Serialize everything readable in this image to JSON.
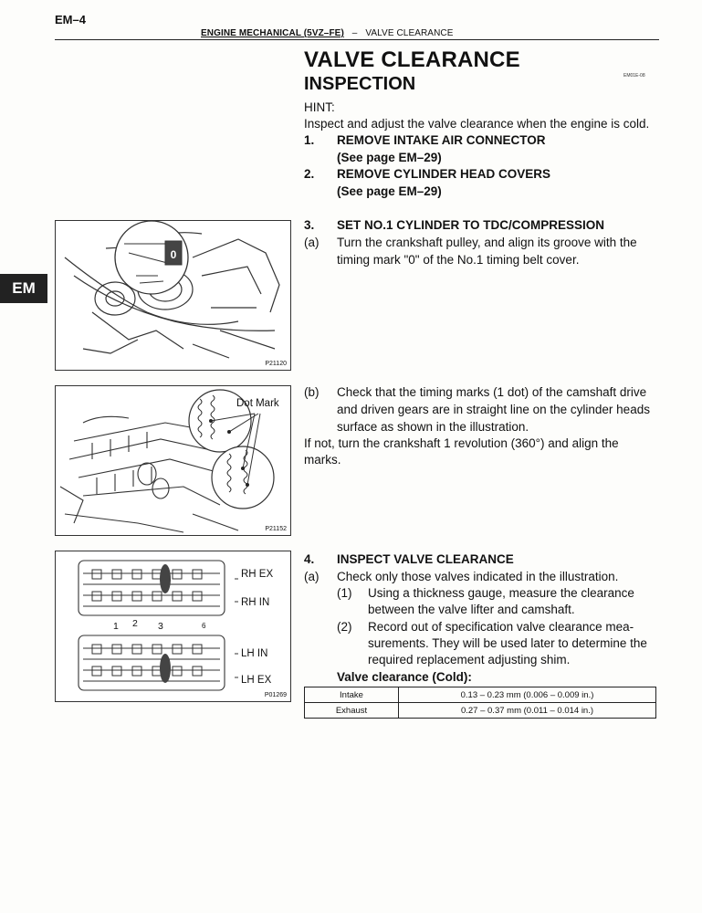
{
  "header": {
    "page_number": "EM–4",
    "section": "ENGINE MECHANICAL (5VZ–FE)",
    "separator": "–",
    "topic": "VALVE CLEARANCE"
  },
  "side_tab": "EM",
  "title": "VALVE CLEARANCE",
  "subtitle": "INSPECTION",
  "doc_ref": "EM01E-08",
  "hint_label": "HINT:",
  "hint_text": "Inspect and adjust the valve clearance when the engine is cold.",
  "steps": {
    "s1": {
      "num": "1.",
      "title": "REMOVE INTAKE AIR CONNECTOR",
      "ref": "(See page EM–29)"
    },
    "s2": {
      "num": "2.",
      "title": "REMOVE CYLINDER HEAD COVERS",
      "ref": "(See page EM–29)"
    },
    "s3": {
      "num": "3.",
      "title": "SET NO.1 CYLINDER TO TDC/COMPRESSION",
      "a_label": "(a)",
      "a_line1": "Turn the crankshaft pulley, and align its groove with the",
      "a_line2": "timing mark \"0\" of the No.1 timing belt cover.",
      "b_label": "(b)",
      "b_line1": "Check that the timing marks (1 dot) of the camshaft drive",
      "b_line2": "and driven gears are in straight line on the cylinder heads",
      "b_line3": "surface as shown in the illustration.",
      "note_line1": "If not, turn the crankshaft 1 revolution (360°) and align the",
      "note_line2": "marks."
    },
    "s4": {
      "num": "4.",
      "title": "INSPECT VALVE CLEARANCE",
      "a_label": "(a)",
      "a_text": "Check only those valves indicated in the illustration.",
      "p1_label": "(1)",
      "p1_line1": "Using a thickness gauge, measure the clearance",
      "p1_line2": "between the valve lifter and camshaft.",
      "p2_label": "(2)",
      "p2_line1": "Record out of specification valve clearance mea-",
      "p2_line2": "surements. They will be used later to determine the",
      "p2_line3": "required replacement adjusting shim.",
      "spec_title": "Valve clearance (Cold):"
    }
  },
  "spec_table": [
    {
      "label": "Intake",
      "value": "0.13 – 0.23 mm (0.006 – 0.009 in.)"
    },
    {
      "label": "Exhaust",
      "value": "0.27 – 0.37 mm (0.011 – 0.014 in.)"
    }
  ],
  "figures": {
    "fig1": {
      "code": "P21120",
      "mark": "0"
    },
    "fig2": {
      "code": "P21152",
      "label": "Dot Mark"
    },
    "fig3": {
      "code": "P01269",
      "rh_ex": "RH EX",
      "rh_in": "RH IN",
      "lh_in": "LH IN",
      "lh_ex": "LH EX",
      "n1": "1",
      "n2": "2",
      "n3": "3",
      "n6": "6"
    }
  }
}
